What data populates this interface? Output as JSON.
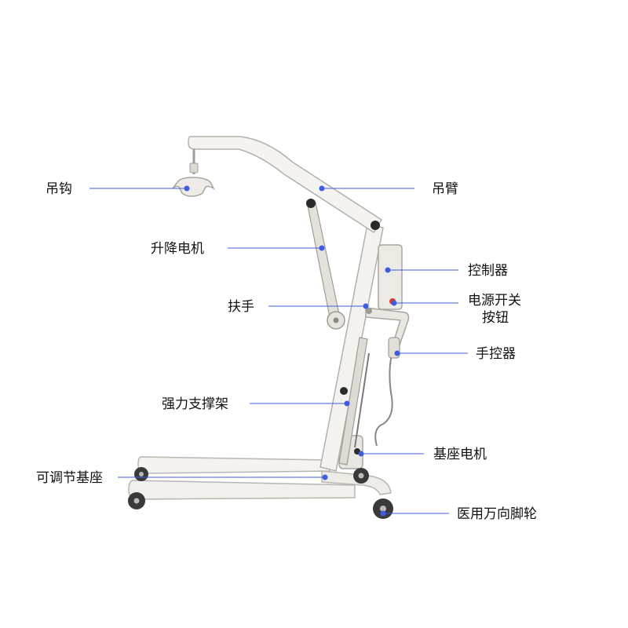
{
  "diagram": {
    "labels": {
      "hook": "吊钩",
      "boom": "吊臂",
      "lift_motor": "升降电机",
      "controller": "控制器",
      "handrail": "扶手",
      "power_switch_line1": "电源开关",
      "power_switch_line2": "按钮",
      "hand_controller": "手控器",
      "support_frame": "强力支撑架",
      "base_motor": "基座电机",
      "adjustable_base": "可调节基座",
      "casters": "医用万向脚轮"
    },
    "colors": {
      "leader_line": "#3f5ce0",
      "leader_dot": "#3f5ce0",
      "frame": "#f2f0ec",
      "frame_edge": "#b9b6b0",
      "wheel": "#3a3a3a",
      "knob": "#2a2a2a",
      "button": "#e23a2a"
    },
    "icons": [
      "patient-lift-illustration"
    ]
  }
}
